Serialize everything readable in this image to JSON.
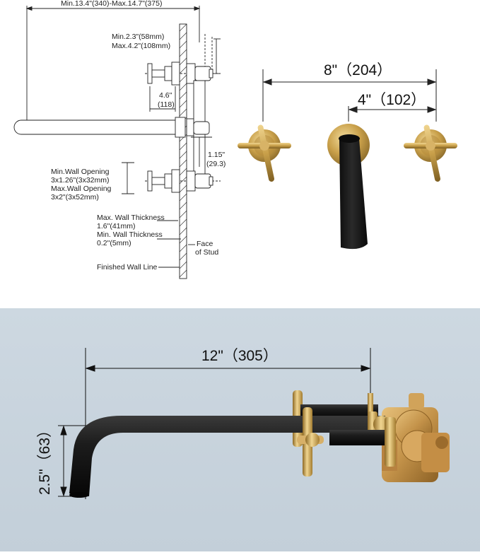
{
  "colors": {
    "background_bottom": "#c9d5de",
    "matte_black": "#1b1b1b",
    "brushed_gold": "#c9a04a",
    "gold_highlight": "#f0d590",
    "brass_valve": "#c89a50",
    "line": "#222222"
  },
  "technical_drawing": {
    "total_depth": "Min.13.4\"(340)-Max.14.7\"(375)",
    "valve_depth_min": "Min.2.3\"(58mm)",
    "valve_depth_max": "Max.4.2\"(108mm)",
    "handle_spacing": "4.6\"",
    "handle_spacing_mm": "(118)",
    "spout_offset": "1.15\"",
    "spout_offset_mm": "(29.3)",
    "min_wall_opening_label": "Min.Wall Opening",
    "min_wall_opening_value": "3x1.26\"(3x32mm)",
    "max_wall_opening_label": "Max.Wall Opening",
    "max_wall_opening_value": "3x2\"(3x52mm)",
    "max_wall_thickness_label": "Max. Wall Thickness",
    "max_wall_thickness_value": "1.6\"(41mm)",
    "min_wall_thickness_label": "Min. Wall Thickness",
    "min_wall_thickness_value": "0.2\"(5mm)",
    "face_of_stud_line1": "Face",
    "face_of_stud_line2": "of Stud",
    "finished_wall_line": "Finished Wall Line"
  },
  "front_view": {
    "outer_spacing": "8\"（204）",
    "center_spacing": "4\"（102）"
  },
  "photo": {
    "spout_reach": "12\"（305）",
    "spout_height": "2.5\"（63）"
  }
}
